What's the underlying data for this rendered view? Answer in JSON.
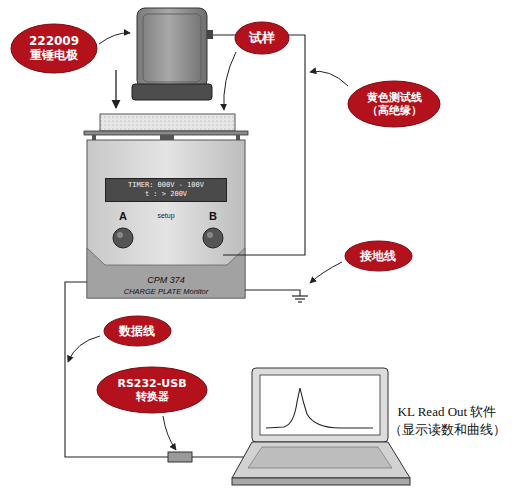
{
  "diagram": {
    "nodes": [
      {
        "text": [
          "222009",
          "重锤电极"
        ]
      },
      {
        "text": [
          "试样"
        ]
      },
      {
        "text": [
          "黄色测试线",
          "（高绝缘）"
        ]
      },
      {
        "text": [
          "A",
          "B",
          "setup",
          "CPM 374",
          "CHARGE PLATE Monitor"
        ]
      },
      {
        "text": [
          "TIMER: 000V - 100V",
          "t : > 200V"
        ],
        "in": 3
      },
      {
        "text": [
          "接地线"
        ]
      },
      {
        "text": [
          "数据线"
        ]
      },
      {
        "text": [
          "RS232-USB",
          "转换器"
        ]
      }
    ],
    "labels": [
      "KL Read Out 软件",
      "（显示读数和曲线）"
    ]
  }
}
